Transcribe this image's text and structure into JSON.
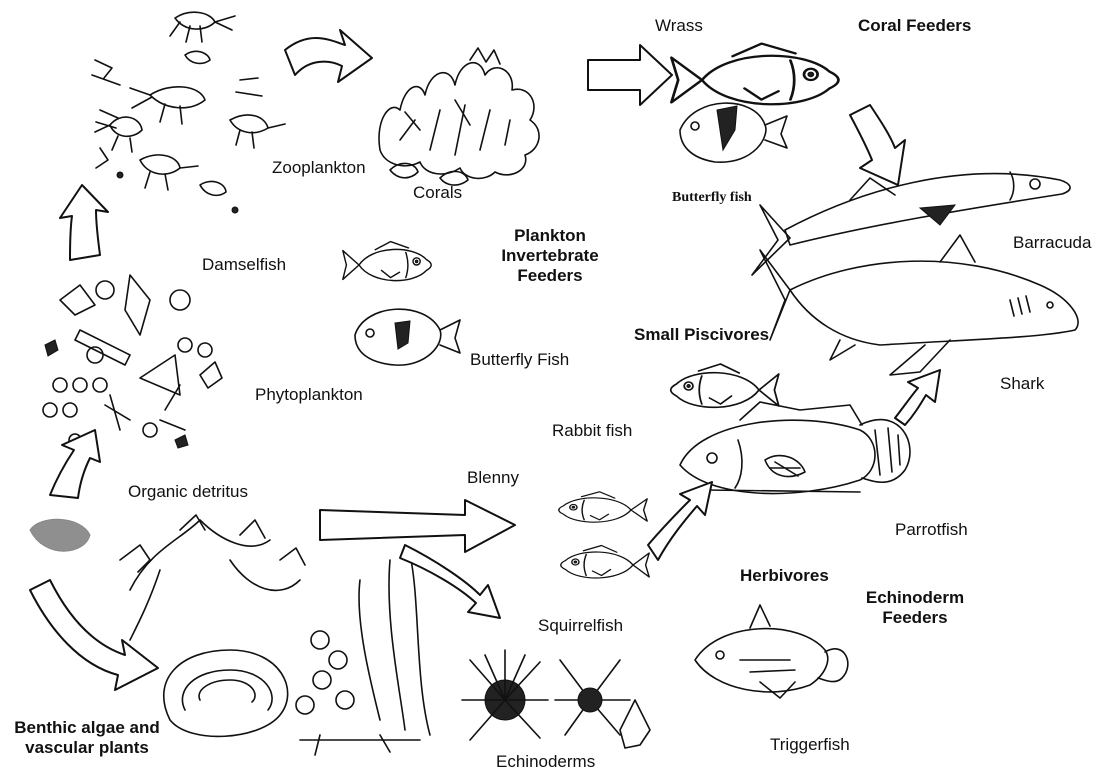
{
  "labels": {
    "wrass": "Wrass",
    "coral_feeders": "Coral Feeders",
    "zooplankton": "Zooplankton",
    "corals": "Corals",
    "butterfly_fish_top": "Butterfly fish",
    "barracuda": "Barracuda",
    "plankton_invertebrate_feeders_1": "Plankton",
    "plankton_invertebrate_feeders_2": "Invertebrate",
    "plankton_invertebrate_feeders_3": "Feeders",
    "damselfish": "Damselfish",
    "small_piscivores": "Small Piscivores",
    "butterfly_fish_mid": "Butterfly Fish",
    "shark": "Shark",
    "phytoplankton": "Phytoplankton",
    "rabbit_fish": "Rabbit fish",
    "blenny": "Blenny",
    "organic_detritus": "Organic detritus",
    "parrotfish": "Parrotfish",
    "herbivores": "Herbivores",
    "echinoderm_feeders_1": "Echinoderm",
    "echinoderm_feeders_2": "Feeders",
    "squirrelfish": "Squirrelfish",
    "triggerfish": "Triggerfish",
    "benthic_1": "Benthic algae and",
    "benthic_2": "vascular plants",
    "echinoderms": "Echinoderms"
  },
  "ink_color": "#111111"
}
